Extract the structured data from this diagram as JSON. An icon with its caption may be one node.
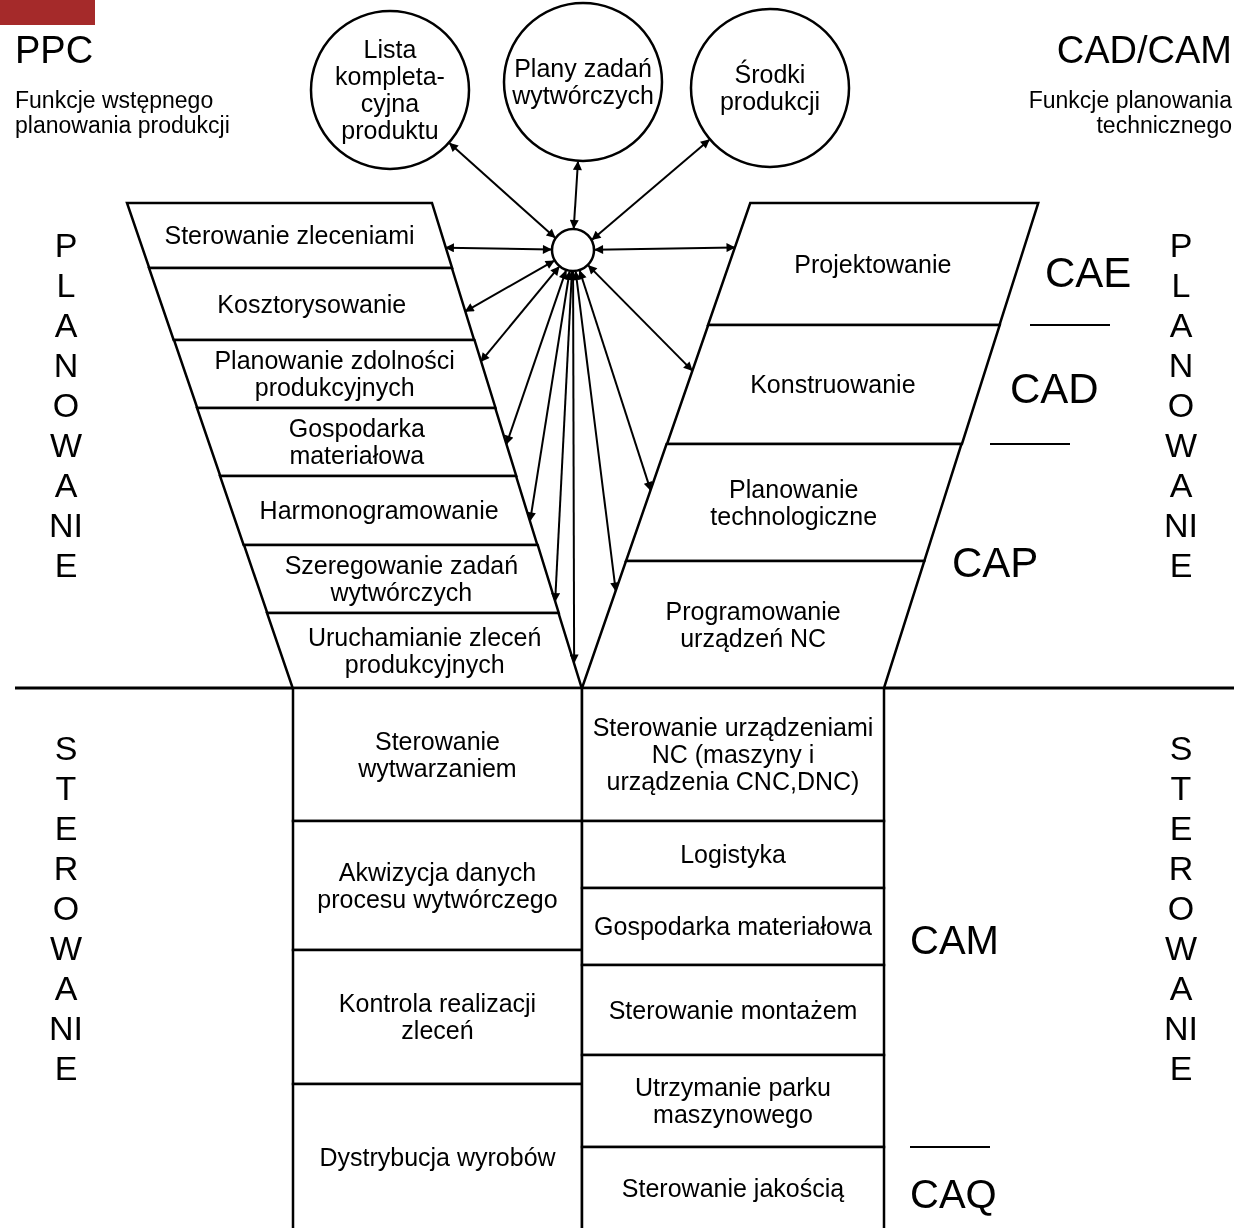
{
  "diagram": {
    "nodes": [
      {
        "text": [
          "Lista kompleta-cyjna produktu"
        ]
      },
      {
        "text": [
          "Plany zadań wytwórczych"
        ]
      },
      {
        "text": [
          "Środki produkcji"
        ]
      },
      {
        "text": [],
        "shape": "circle"
      },
      {
        "text": [
          "Sterowanie zleceniami"
        ]
      },
      {
        "text": [
          "Kosztorysowanie"
        ]
      },
      {
        "text": [
          "Planowanie zdolności produkcyjnych"
        ]
      },
      {
        "text": [
          "Gospodarka materiałowa"
        ]
      },
      {
        "text": [
          "Harmonogramowanie"
        ]
      },
      {
        "text": [
          "Szeregowanie zadań wytwórczych"
        ]
      },
      {
        "text": [
          "Uruchamianie zleceń produkcyjnych"
        ]
      },
      {
        "text": [
          "Projektowanie"
        ]
      },
      {
        "text": [
          "Konstruowanie"
        ]
      },
      {
        "text": [
          "Planowanie technologiczne"
        ]
      },
      {
        "text": [
          "Programowanie urządzeń NC"
        ]
      },
      {
        "text": [
          "Sterowanie wytwarzaniem"
        ]
      },
      {
        "text": [
          "Akwizycja danych procesu wytwórczego"
        ]
      },
      {
        "text": [
          "Kontrola realizacji zleceń"
        ]
      },
      {
        "text": [
          "Dystrybucja wyrobów"
        ]
      },
      {
        "text": [
          "Sterowanie urządzeniami NC (maszyny i urządzenia CNC,DNC)"
        ]
      },
      {
        "text": [
          "Logistyka"
        ]
      },
      {
        "text": [
          "Gospodarka materiałowa"
        ]
      },
      {
        "text": [
          "Sterowanie montażem"
        ]
      },
      {
        "text": [
          "Utrzymanie parku maszynowego"
        ]
      },
      {
        "text": [
          "Sterowanie jakością"
        ]
      }
    ],
    "edges": [
      {
        "from": 3,
        "to": 0,
        "arrow": "both"
      },
      {
        "from": 3,
        "to": 1,
        "arrow": "both"
      },
      {
        "from": 3,
        "to": 2,
        "arrow": "both"
      },
      {
        "from": 3,
        "to": 4,
        "arrow": "both"
      },
      {
        "from": 3,
        "to": 11,
        "arrow": "both"
      },
      {
        "from": 3,
        "to": 5,
        "arrow": "both"
      },
      {
        "from": 3,
        "to": 6,
        "arrow": "both"
      },
      {
        "from": 3,
        "to": 7,
        "arrow": "both"
      },
      {
        "from": 3,
        "to": 8,
        "arrow": "both"
      },
      {
        "from": 3,
        "to": 9,
        "arrow": "both"
      },
      {
        "from": 3,
        "to": 10,
        "arrow": "both"
      },
      {
        "from": 3,
        "to": 14,
        "arrow": "both"
      },
      {
        "from": 3,
        "to": 13,
        "arrow": "both"
      },
      {
        "from": 3,
        "to": 12,
        "arrow": "both"
      }
    ],
    "labels": [
      "PPC",
      "Funkcje wstępnego planowania produkcji",
      "CAD/CAM",
      "Funkcje planowania technicznego",
      "PLANOWANIE",
      "CAE",
      "CAD",
      "PLANOWANIE",
      "CAP",
      "STEROWANIE",
      "CAM",
      "STEROWANIE",
      "CAQ"
    ]
  }
}
